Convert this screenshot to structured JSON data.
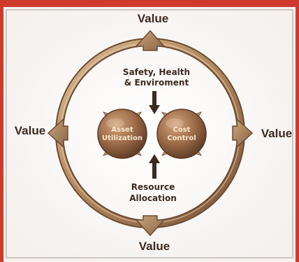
{
  "colors": {
    "frame_red": "#d03a2c",
    "ring_gold": "#b48a5e",
    "ring_dark": "#6e4a32",
    "sphere_mid": "#9c6a48",
    "sphere_dark": "#5c3a26",
    "arrow_dark": "#3d2a20",
    "text_dark": "#3d2a20",
    "sphere_text": "#f6e7cf"
  },
  "labels": {
    "value_top": "Value",
    "value_left": "Value",
    "value_right": "Value",
    "value_bottom": "Value",
    "top_flow": [
      "Safety, Health",
      "& Enviroment"
    ],
    "bottom_flow": [
      "Resource",
      "Allocation"
    ]
  },
  "spheres": {
    "left": [
      "Asset",
      "Utilization"
    ],
    "right": [
      "Cost",
      "Control"
    ]
  },
  "icons": {
    "outward_arrows": "chevron-arrow-icon",
    "inward_arrows": "down-up-arrow-icon"
  }
}
